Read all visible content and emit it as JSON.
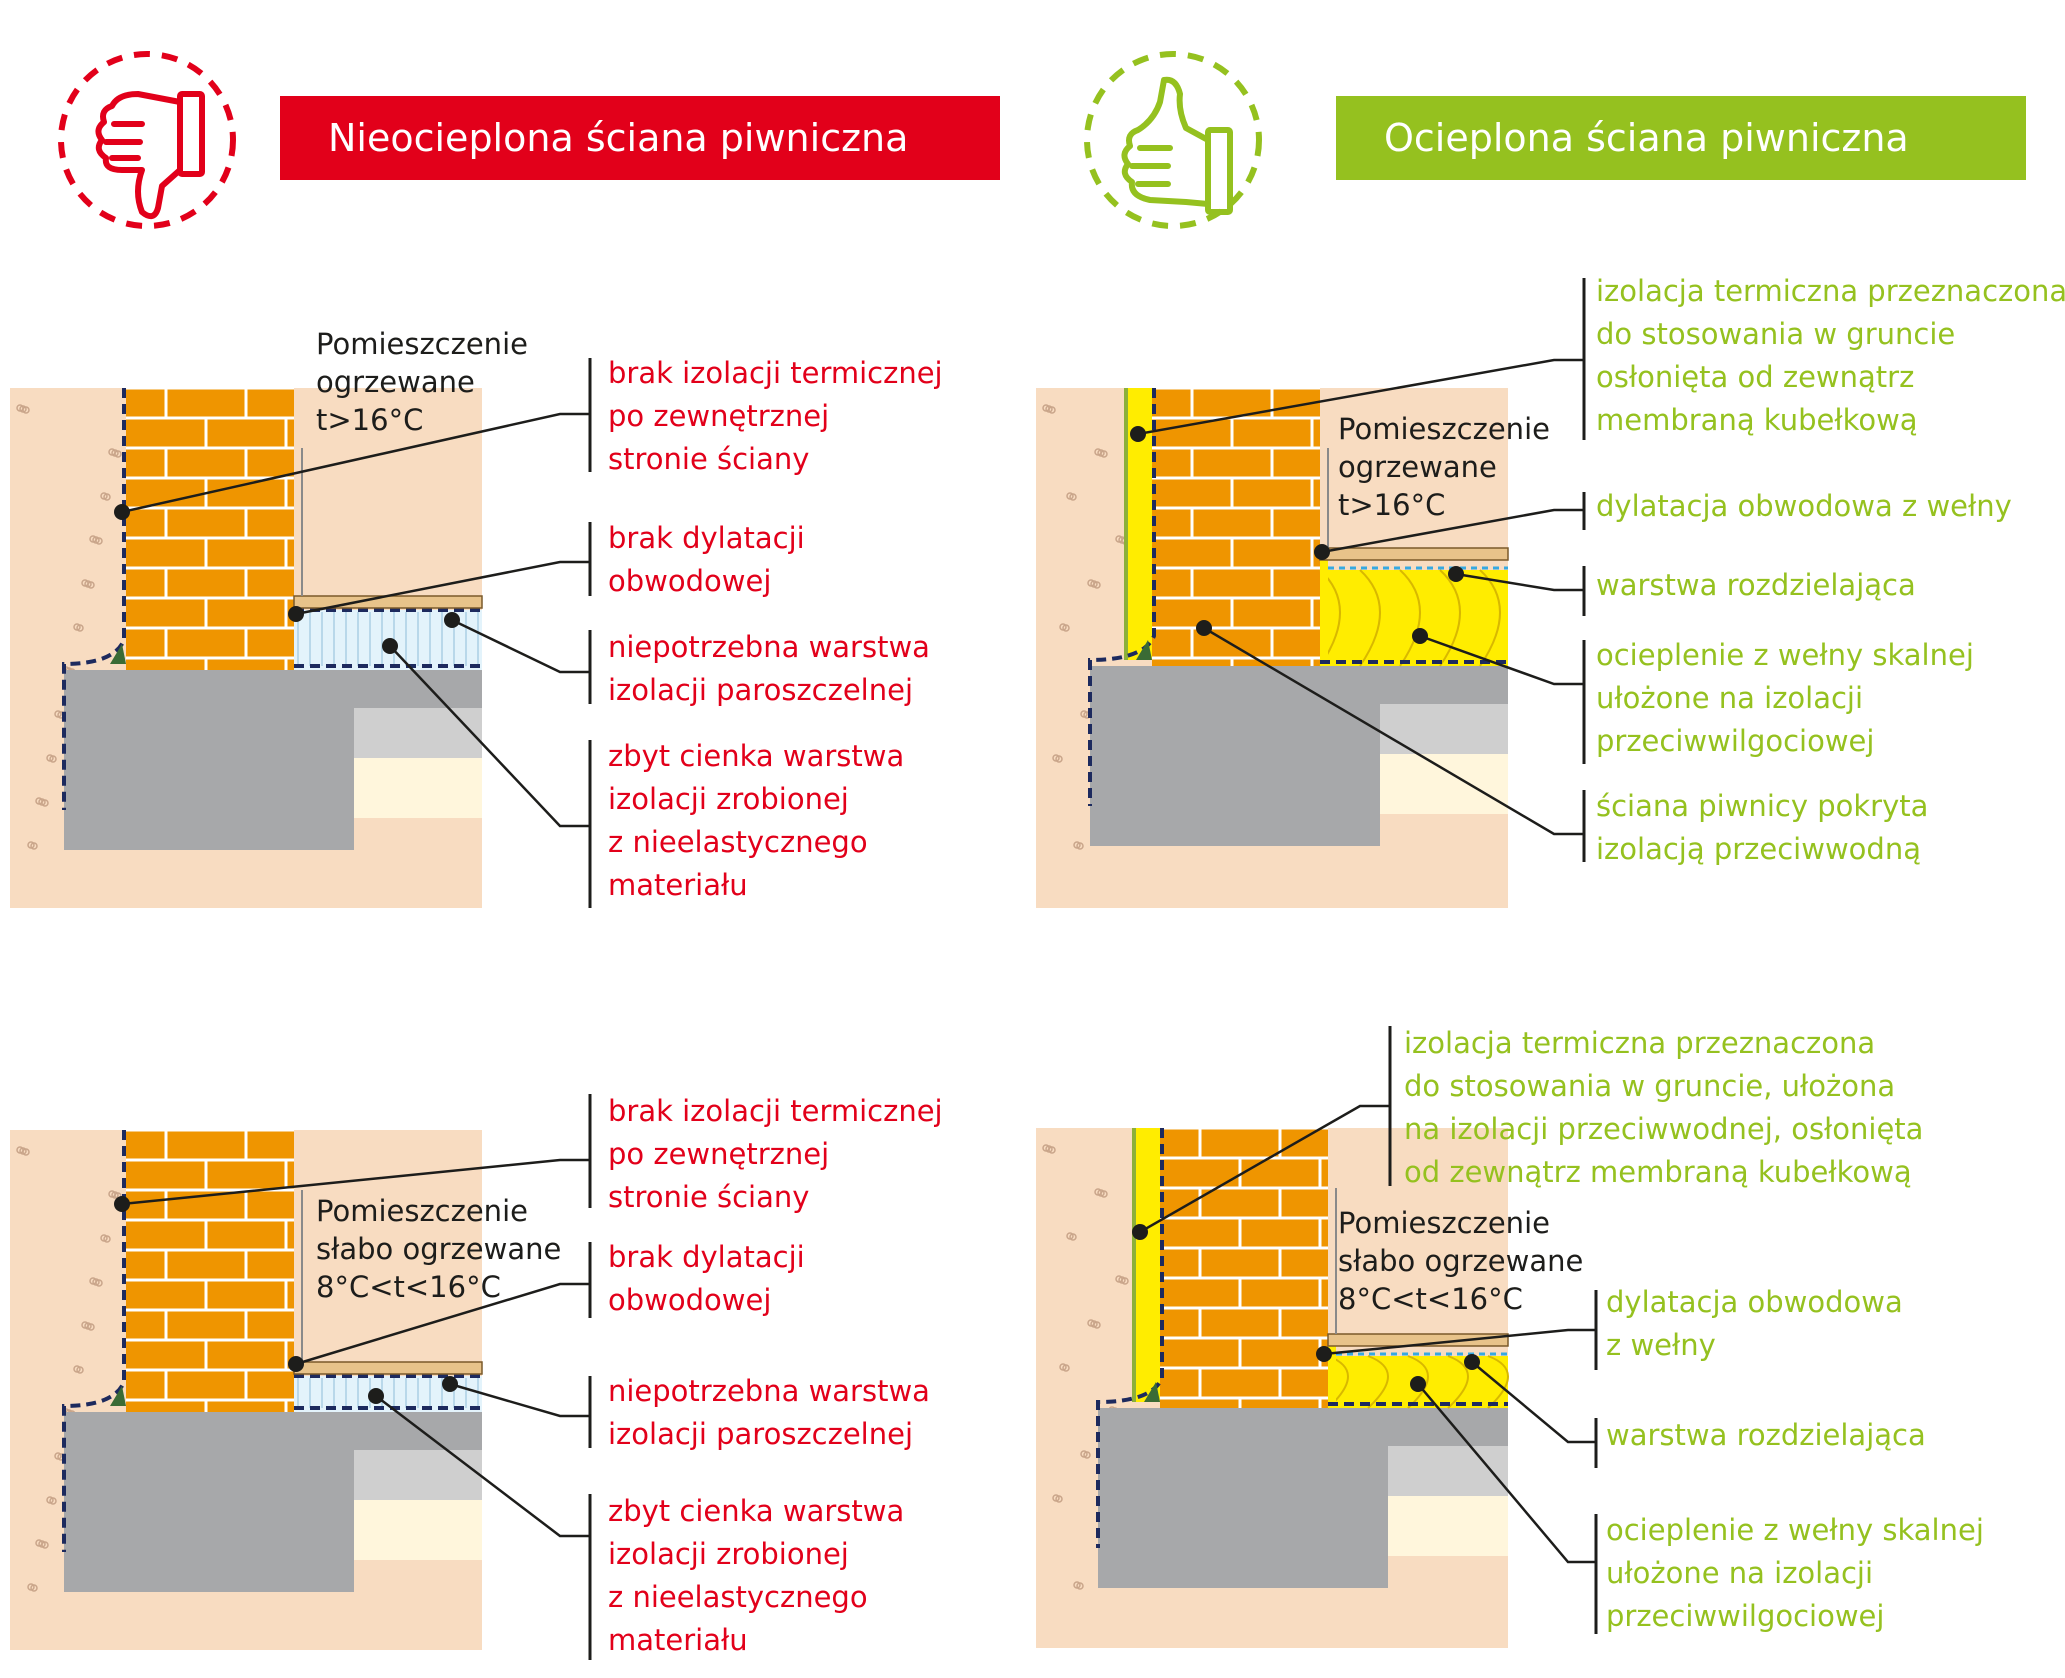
{
  "headers": {
    "left": {
      "title": "Nieocieplona ściana piwniczna",
      "color": "#e2001a",
      "icon": "thumbs-down-icon"
    },
    "right": {
      "title": "Ocieplona ściana piwniczna",
      "color": "#95c11f",
      "icon": "thumbs-up-icon"
    }
  },
  "colors": {
    "soil": "#f8dcc1",
    "brick": "#ef9500",
    "mortar": "#ffffff",
    "concrete": "#a7a8aa",
    "wool": "#ffed00",
    "vapor": "#e3f3fb",
    "membrane": "#8cb03a",
    "dashed": "#1d2a5e",
    "sand": "#fff6dc",
    "screed": "#cfcfcf"
  },
  "panels": {
    "tl": {
      "room": [
        "Pomieszczenie",
        "ogrzewane",
        "t>16°C"
      ],
      "labels": [
        [
          "brak izolacji termicznej",
          "po zewnętrznej",
          "stronie ściany"
        ],
        [
          "brak dylatacji",
          "obwodowej"
        ],
        [
          "niepotrzebna warstwa",
          "izolacji paroszczelnej"
        ],
        [
          "zbyt cienka warstwa",
          "izolacji zrobionej",
          "z nieelastycznego",
          "materiału"
        ]
      ]
    },
    "tr": {
      "room": [
        "Pomieszczenie",
        "ogrzewane",
        "t>16°C"
      ],
      "labels": [
        [
          "izolacja termiczna przeznaczona",
          "do stosowania w gruncie",
          "osłonięta od zewnątrz",
          "membraną kubełkową"
        ],
        [
          "dylatacja obwodowa z wełny"
        ],
        [
          "warstwa rozdzielająca"
        ],
        [
          "ocieplenie z wełny skalnej",
          "ułożone na izolacji",
          "przeciwwilgociowej"
        ],
        [
          "ściana piwnicy pokryta",
          "izolacją przeciwwodną"
        ]
      ]
    },
    "bl": {
      "room": [
        "Pomieszczenie",
        "słabo ogrzewane",
        "8°C<t<16°C"
      ],
      "labels": [
        [
          "brak izolacji termicznej",
          "po zewnętrznej",
          "stronie ściany"
        ],
        [
          "brak dylatacji",
          "obwodowej"
        ],
        [
          "niepotrzebna warstwa",
          "izolacji paroszczelnej"
        ],
        [
          "zbyt cienka warstwa",
          "izolacji zrobionej",
          "z nieelastycznego",
          "materiału"
        ]
      ]
    },
    "br": {
      "room": [
        "Pomieszczenie",
        "słabo ogrzewane",
        "8°C<t<16°C"
      ],
      "labels": [
        [
          "izolacja termiczna przeznaczona",
          "do stosowania w gruncie, ułożona",
          "na izolacji przeciwwodnej, osłonięta",
          "od zewnątrz membraną kubełkową"
        ],
        [
          "dylatacja obwodowa",
          "z wełny"
        ],
        [
          "warstwa rozdzielająca"
        ],
        [
          "ocieplenie z wełny skalnej",
          "ułożone na izolacji",
          "przeciwwilgociowej"
        ]
      ]
    }
  }
}
